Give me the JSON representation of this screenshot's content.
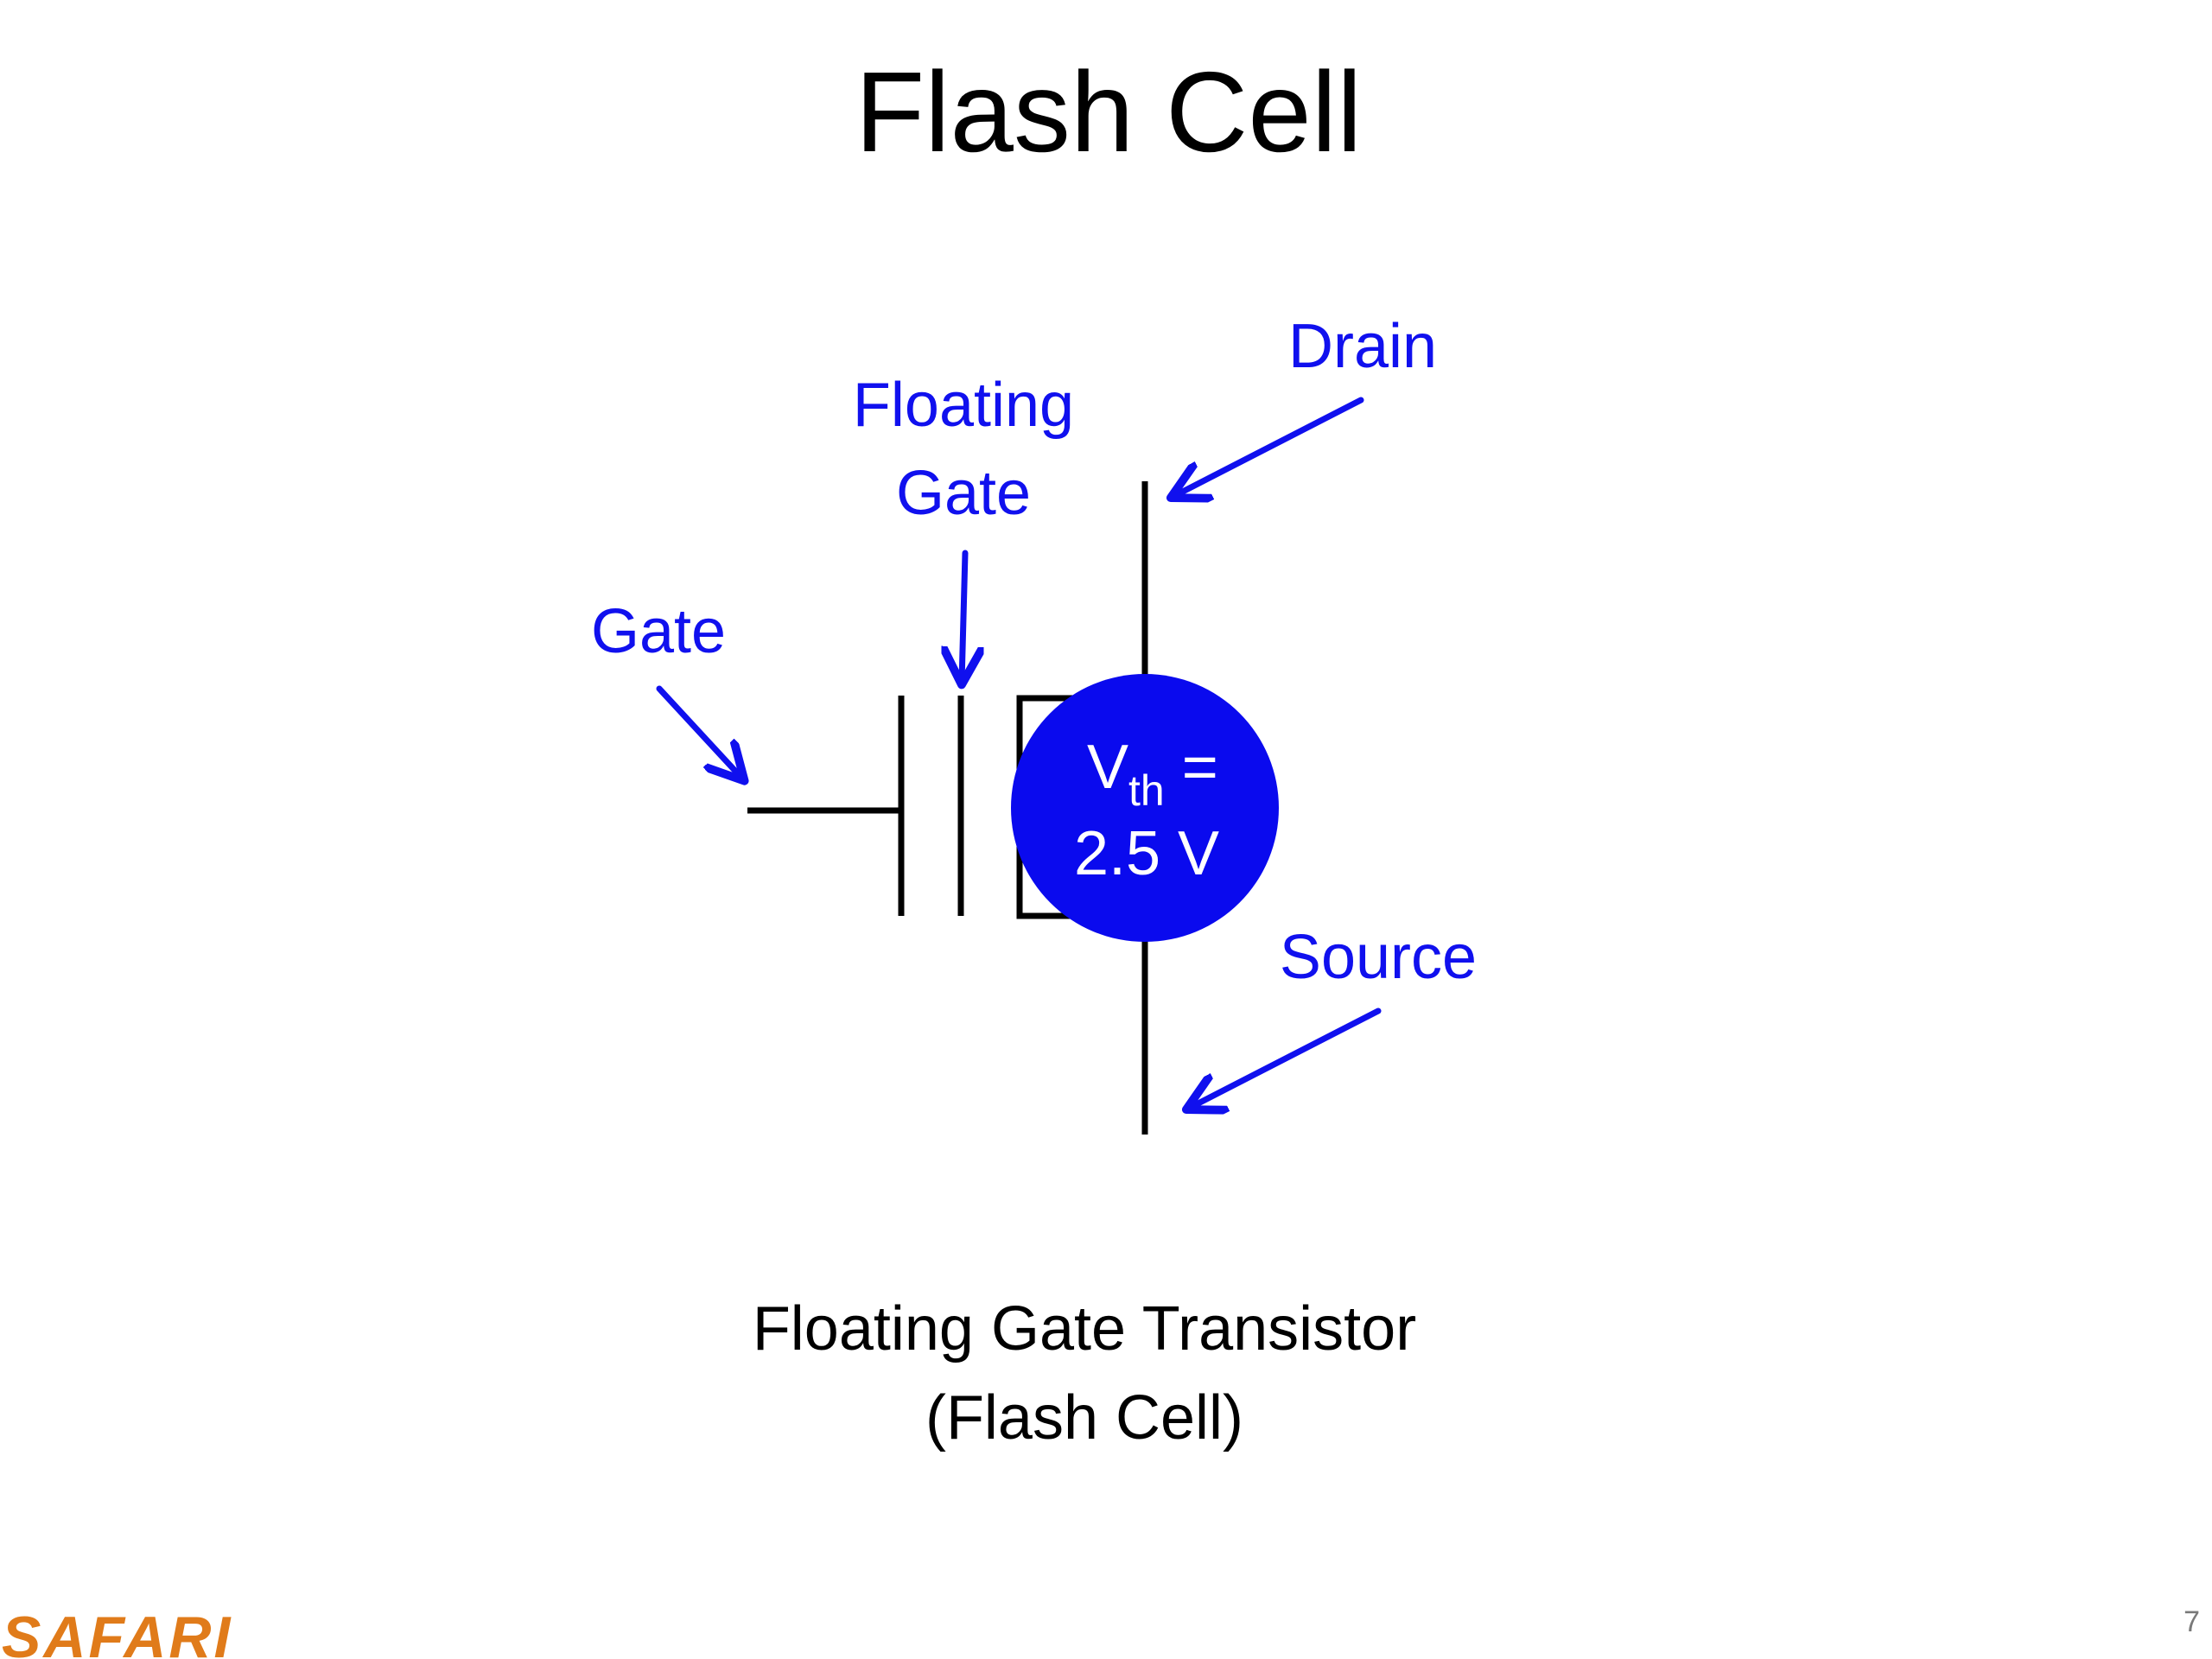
{
  "slide": {
    "title": "Flash Cell",
    "page_number": "7",
    "logo_text": "SAFARI"
  },
  "diagram": {
    "labels": {
      "drain": "Drain",
      "floating_gate_line1": "Floating",
      "floating_gate_line2": "Gate",
      "gate": "Gate",
      "source": "Source"
    },
    "threshold": {
      "symbol": "V",
      "subscript": "th",
      "equals": " =",
      "value": "2.5 V"
    },
    "caption_line1": "Floating Gate Transistor",
    "caption_line2": "(Flash Cell)"
  },
  "colors": {
    "label_blue": "#1010ee",
    "circle_fill": "#0a0aee",
    "wire": "#000000",
    "logo_orange": "#e07b1a"
  }
}
